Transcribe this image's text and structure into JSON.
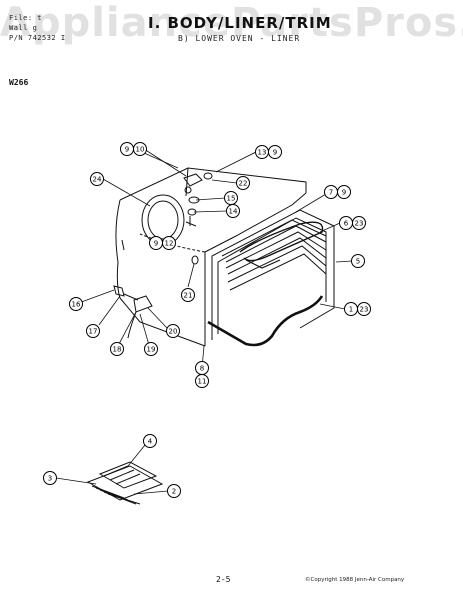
{
  "header": {
    "file_line": "File:   t",
    "wall_line": "Wall   g",
    "pn_line": "P/N 742532  I",
    "title": "I. BODY/LINER/TRIM",
    "subtitle": "B)  LOWER OVEN - LINER",
    "model": "W266"
  },
  "watermark": "AppliancePartsPros.com",
  "callouts": [
    {
      "label": "9"
    },
    {
      "label": "10"
    },
    {
      "label": "13"
    },
    {
      "label": "9"
    },
    {
      "label": "24"
    },
    {
      "label": "22"
    },
    {
      "label": "15"
    },
    {
      "label": "14"
    },
    {
      "label": "7"
    },
    {
      "label": "9"
    },
    {
      "label": "6"
    },
    {
      "label": "23"
    },
    {
      "label": "9"
    },
    {
      "label": "12"
    },
    {
      "label": "5"
    },
    {
      "label": "21"
    },
    {
      "label": "16"
    },
    {
      "label": "1"
    },
    {
      "label": "23"
    },
    {
      "label": "17"
    },
    {
      "label": "20"
    },
    {
      "label": "18"
    },
    {
      "label": "19"
    },
    {
      "label": "8"
    },
    {
      "label": "11"
    },
    {
      "label": "4"
    },
    {
      "label": "3"
    },
    {
      "label": "2"
    }
  ],
  "footer": {
    "page": "2-5",
    "copyright": "©Copyright 1988 Jenn-Air Company"
  }
}
